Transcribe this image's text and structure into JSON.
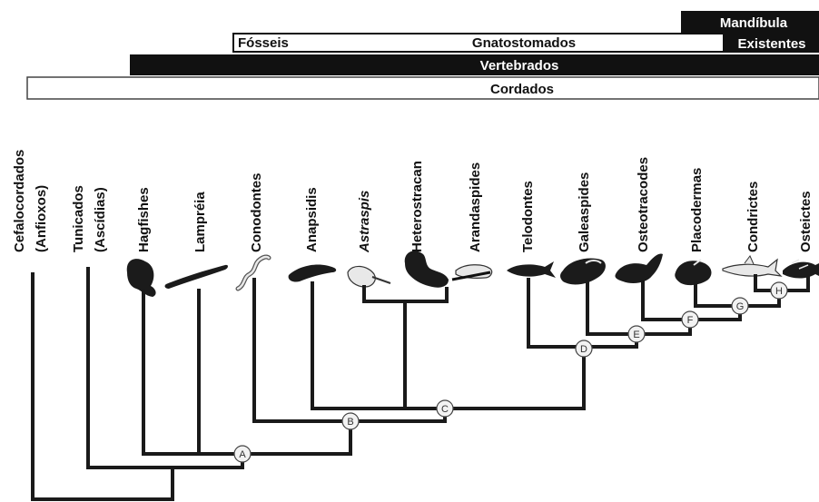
{
  "header_bars": {
    "mandibula": "Mandíbula",
    "fosseis": "Fósseis",
    "gnatostomados": "Gnatostomados",
    "existentes": "Existentes",
    "vertebrados": "Vertebrados",
    "cordados": "Cordados"
  },
  "taxa": [
    {
      "id": "cefalocordados",
      "line1": "Cefalocordados",
      "line2": "(Anfioxos)",
      "italic": false
    },
    {
      "id": "tunicados",
      "line1": "Tunicados",
      "line2": "(Ascídias)",
      "italic": false
    },
    {
      "id": "hagfishes",
      "line1": "Hagfishes",
      "line2": "",
      "italic": false
    },
    {
      "id": "lampreia",
      "line1": "Lampréia",
      "line2": "",
      "italic": false
    },
    {
      "id": "conodontes",
      "line1": "Conodontes",
      "line2": "",
      "italic": false
    },
    {
      "id": "anapsidis",
      "line1": "Anapsidis",
      "line2": "",
      "italic": false
    },
    {
      "id": "astraspis",
      "line1": "Astraspis",
      "line2": "",
      "italic": true
    },
    {
      "id": "heterostracan",
      "line1": "Heterostracan",
      "line2": "",
      "italic": false
    },
    {
      "id": "arandaspides",
      "line1": "Arandaspides",
      "line2": "",
      "italic": false
    },
    {
      "id": "telodontes",
      "line1": "Telodontes",
      "line2": "",
      "italic": false
    },
    {
      "id": "galeaspides",
      "line1": "Galeaspides",
      "line2": "",
      "italic": false
    },
    {
      "id": "osteotracodes",
      "line1": "Osteotracodes",
      "line2": "",
      "italic": false
    },
    {
      "id": "placodermas",
      "line1": "Placodermas",
      "line2": "",
      "italic": false
    },
    {
      "id": "condrictes",
      "line1": "Condrictes",
      "line2": "",
      "italic": false
    },
    {
      "id": "osteictes",
      "line1": "Osteictes",
      "line2": "",
      "italic": false
    }
  ],
  "nodes": [
    "A",
    "B",
    "C",
    "D",
    "E",
    "F",
    "G",
    "H"
  ]
}
